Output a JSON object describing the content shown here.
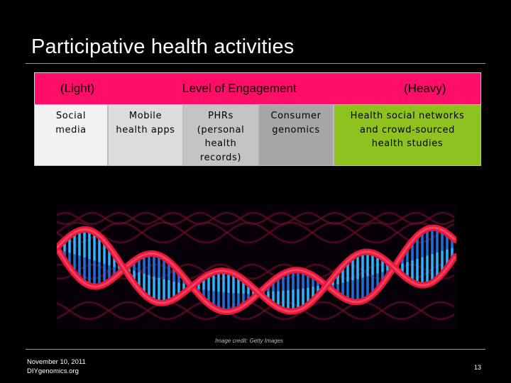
{
  "slide": {
    "title": "Participative health activities",
    "engagement_band": {
      "light": "(Light)",
      "level": "Level of Engagement",
      "heavy": "(Heavy)",
      "color": "#ff0d67"
    },
    "activities": [
      {
        "lines": [
          "Social",
          "media"
        ],
        "color": "#f2f2f2"
      },
      {
        "lines": [
          "Mobile",
          "health apps"
        ],
        "color": "#dcdcdc"
      },
      {
        "lines": [
          "PHRs",
          "(personal",
          "health",
          "records)"
        ],
        "color": "#c4c4c4"
      },
      {
        "lines": [
          "Consumer",
          "genomics"
        ],
        "color": "#a6a6a6"
      },
      {
        "lines": [
          "Health social networks",
          "and crowd-sourced",
          "health studies"
        ],
        "color": "#8dc21f"
      }
    ],
    "image": {
      "icon": "dna-helix-image",
      "credit": "Image credit: Getty Images"
    },
    "footer": {
      "date": "November 10, 2011",
      "site": "DIYgenomics.org",
      "page_number": "13"
    }
  }
}
